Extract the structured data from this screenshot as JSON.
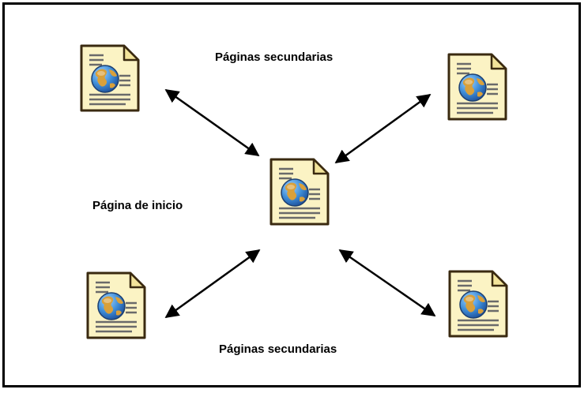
{
  "labels": {
    "top_secondary": "Páginas secundarias",
    "bottom_secondary": "Páginas secundarias",
    "home": "Página de inicio"
  },
  "icons": {
    "document": "web-page-document-icon",
    "arrow": "double-headed-arrow"
  },
  "colors": {
    "frame": "#000000",
    "page_fill": "#fbf3c4",
    "page_fold": "#f3e49a",
    "page_outline": "#3a2a10",
    "text_lines": "#6a6a6a",
    "globe_ocean": "#3f8ed8",
    "globe_land": "#d9a03a",
    "arrow": "#000000"
  }
}
